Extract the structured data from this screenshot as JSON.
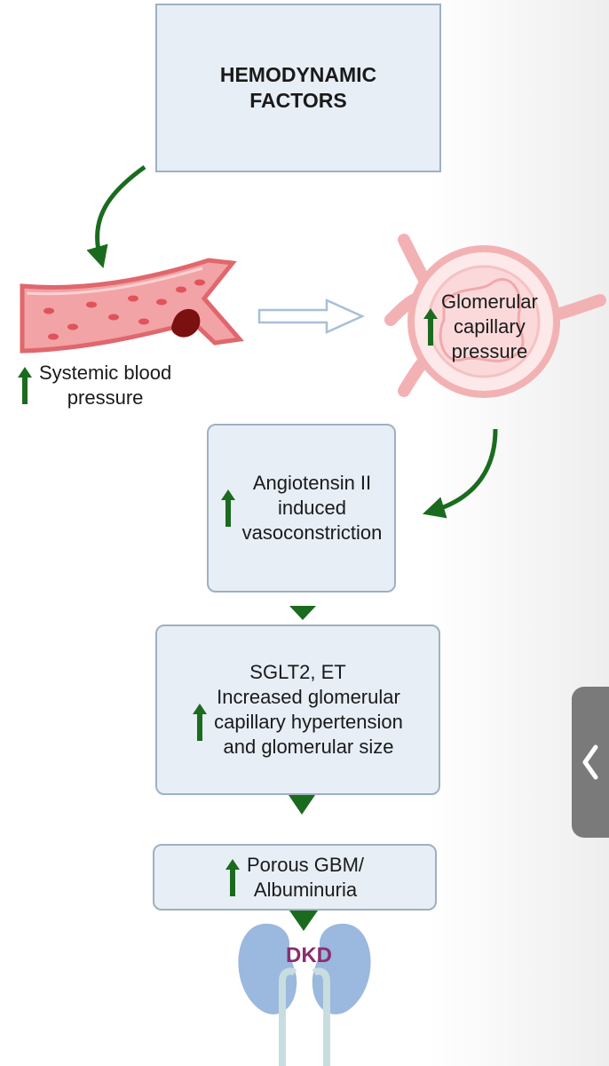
{
  "factors_box": {
    "line1": "HEMODYNAMIC",
    "line2": "FACTORS"
  },
  "systemic": {
    "line1": "Systemic blood",
    "line2": "pressure"
  },
  "glomerular": {
    "line1": "Glomerular",
    "line2": "capillary",
    "line3": "pressure"
  },
  "angiotensin_box": {
    "line1": "Angiotensin II",
    "line2": "induced",
    "line3": "vasoconstriction"
  },
  "sglt2_box": {
    "line1": "SGLT2, ET",
    "line2": "Increased glomerular",
    "line3": "capillary hypertension",
    "line4": "and glomerular size"
  },
  "gbm_box": {
    "line1": "Porous GBM/",
    "line2": "Albuminuria"
  },
  "kidney": {
    "label": "DKD"
  },
  "colors": {
    "arrow_green": "#1b6b1f",
    "box_fill": "#e7eef6",
    "box_border": "#9fb0c2",
    "vessel": "#e88a8e",
    "kidney": "#9bb8de",
    "dkd_text": "#8a2d6e"
  }
}
